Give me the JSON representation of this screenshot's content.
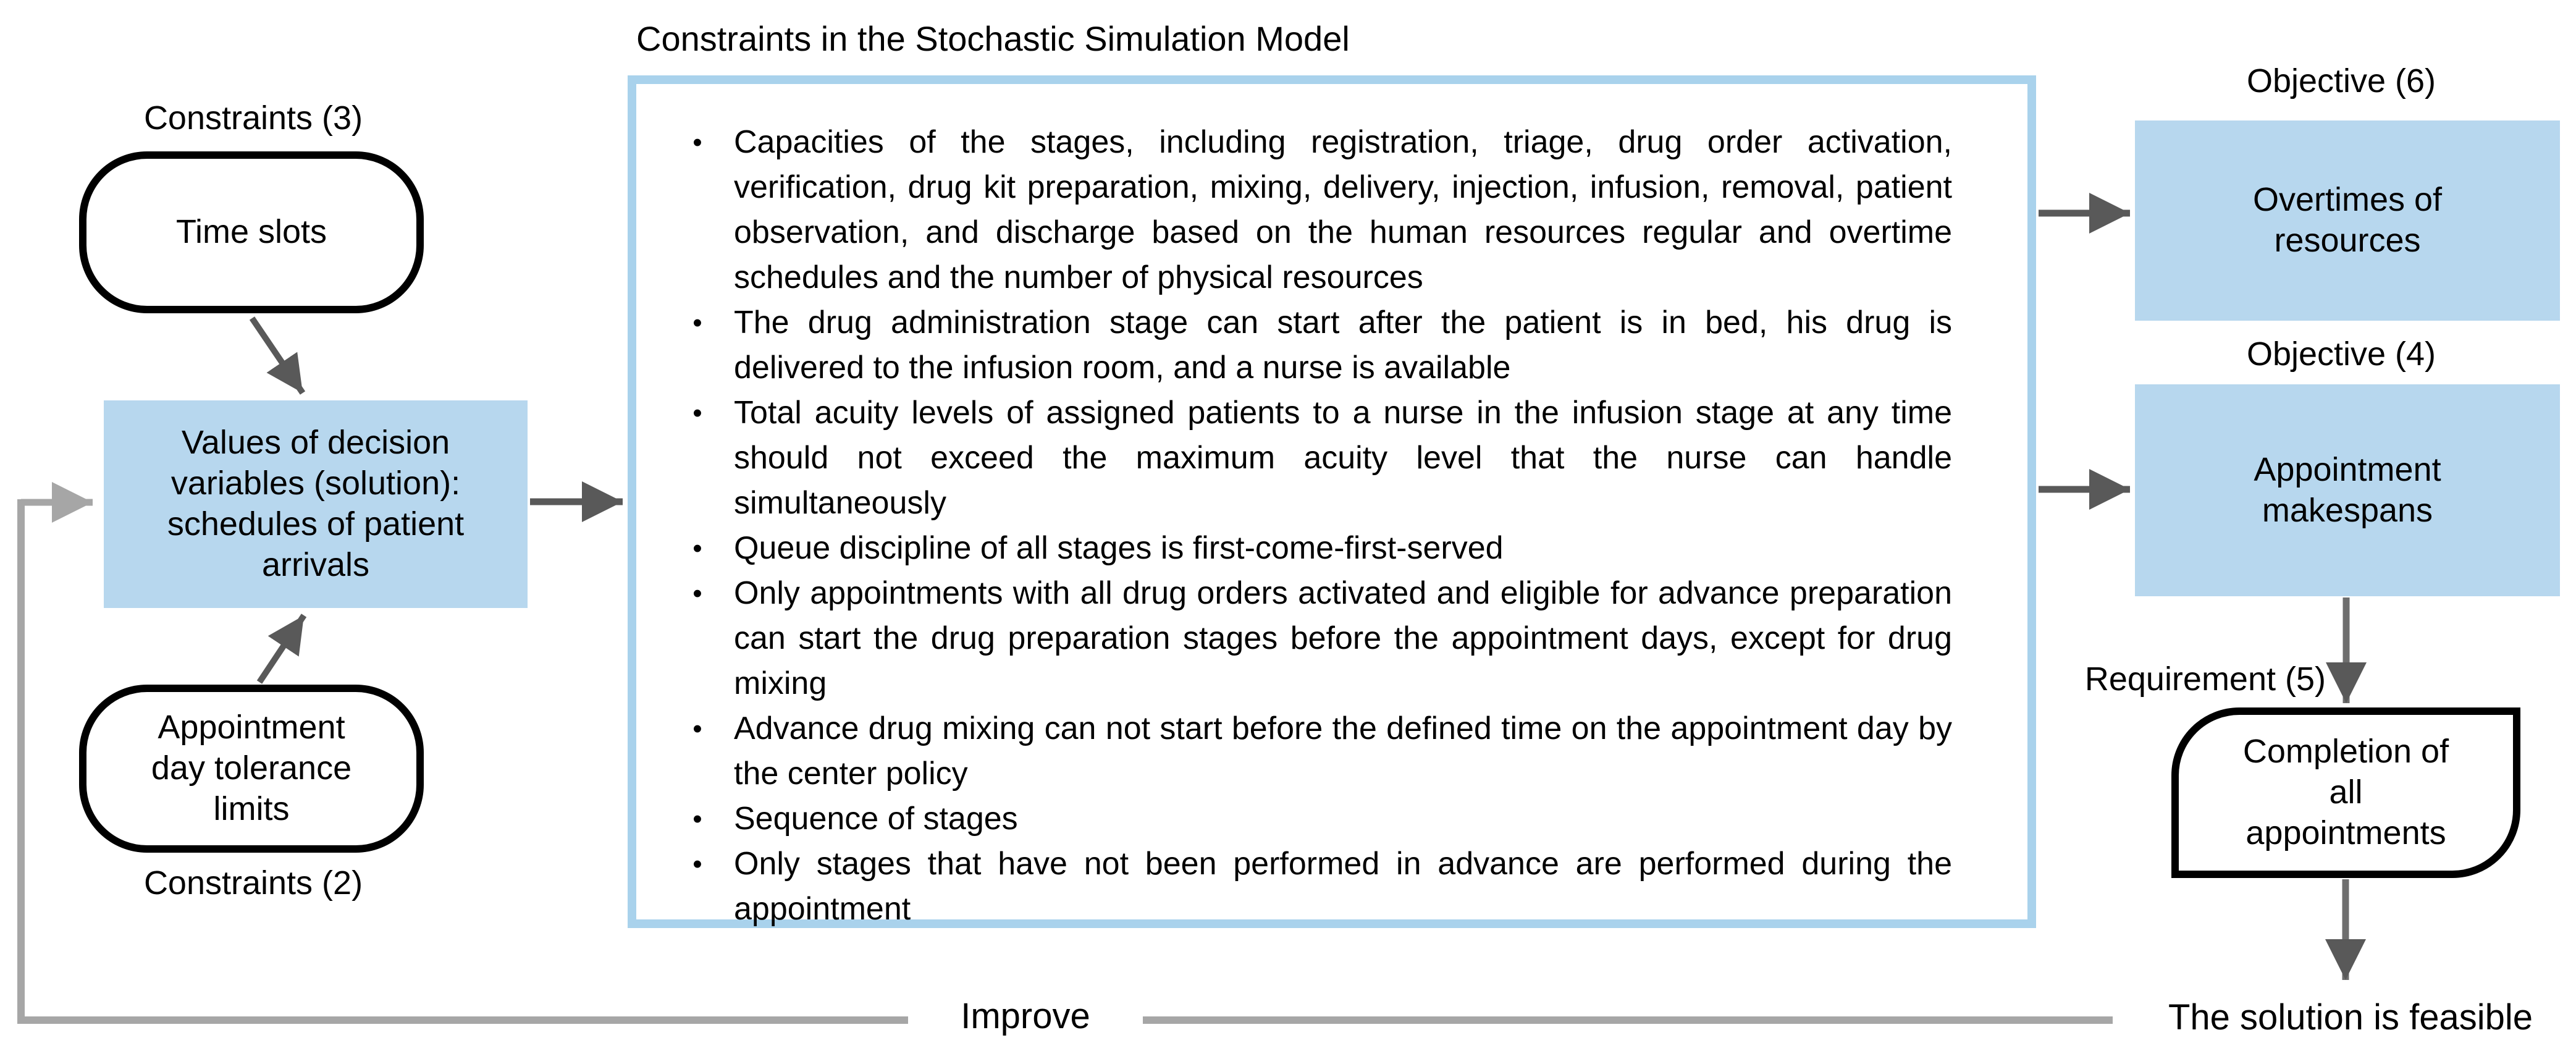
{
  "title": "Constraints in the Stochastic Simulation Model",
  "left": {
    "constraints3_label": "Constraints (3)",
    "time_slots_box": "Time slots",
    "decision_box": "Values of decision\nvariables (solution):\nschedules of patient\narrivals",
    "appointment_box": "Appointment\nday tolerance\nlimits",
    "constraints2_label": "Constraints (2)"
  },
  "constraints_box": {
    "bullets": [
      "Capacities of the stages, including registration, triage, drug order activation, verification, drug kit  preparation, mixing, delivery, injection, infusion, removal, patient observation, and discharge based on the human resources regular and overtime schedules and the number of physical resources",
      "The drug administration stage can start after the patient is in bed, his drug is delivered to the infusion room, and a nurse is available",
      "Total acuity levels of assigned patients to a nurse in the infusion stage at any time should not exceed the maximum acuity level that the nurse can handle simultaneously",
      "Queue discipline of all stages is first-come-first-served",
      "Only appointments with all drug orders activated and eligible for advance preparation can start the drug preparation stages before the appointment days, except for drug mixing",
      "Advance drug mixing can not start before the defined time on the appointment day by the center policy",
      "Sequence of stages",
      "Only stages that have not been performed in advance are performed during the appointment"
    ],
    "bullet_glyph": "•"
  },
  "right": {
    "objective6_label": "Objective (6)",
    "overtimes_box": "Overtimes of\nresources",
    "objective4_label": "Objective (4)",
    "makespans_box": "Appointment\nmakespans",
    "requirement5_label": "Requirement (5)",
    "completion_box": "Completion of\nall\nappointments",
    "feasible_text": "The solution is feasible"
  },
  "footer": {
    "improve_label": "Improve"
  },
  "colors": {
    "blue-fill": "#b7d7ee",
    "blue-border": "#a9d2ec",
    "arrow-dark": "#595959",
    "arrow-light": "#a6a6a6"
  }
}
